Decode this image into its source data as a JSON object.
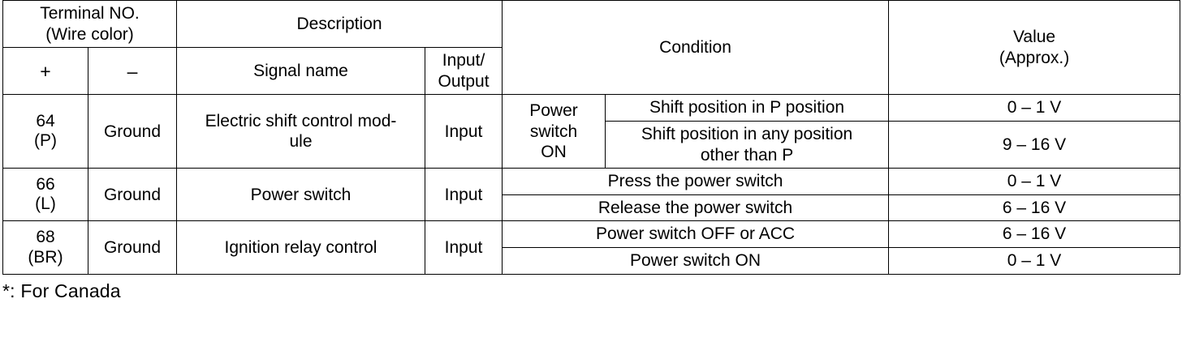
{
  "table": {
    "headers": {
      "terminal_group": "Terminal NO.\n(Wire color)",
      "terminal_group_line1": "Terminal NO.",
      "terminal_group_line2": "(Wire color)",
      "plus": "+",
      "minus": "–",
      "description": "Description",
      "signal_name": "Signal name",
      "input_output_line1": "Input/",
      "input_output_line2": "Output",
      "condition": "Condition",
      "value_line1": "Value",
      "value_line2": "(Approx.)"
    },
    "rows": [
      {
        "terminal_no": "64",
        "wire_color": "(P)",
        "ground": "Ground",
        "signal_name_line1": "Electric shift control mod-",
        "signal_name_line2": "ule",
        "input_output": "Input",
        "condition_group_line1": "Power",
        "condition_group_line2": "switch",
        "condition_group_line3": "ON",
        "conditions": [
          {
            "text_line1": "Shift position in P position",
            "text_line2": "",
            "value": "0 – 1 V"
          },
          {
            "text_line1": "Shift position in any position",
            "text_line2": "other than P",
            "value": "9 – 16 V"
          }
        ]
      },
      {
        "terminal_no": "66",
        "wire_color": "(L)",
        "ground": "Ground",
        "signal_name_line1": "Power switch",
        "signal_name_line2": "",
        "input_output": "Input",
        "conditions": [
          {
            "text_line1": "Press the power switch",
            "text_line2": "",
            "value": "0 – 1 V"
          },
          {
            "text_line1": "Release the power switch",
            "text_line2": "",
            "value": "6 – 16 V"
          }
        ]
      },
      {
        "terminal_no": "68",
        "wire_color": "(BR)",
        "ground": "Ground",
        "signal_name_line1": "Ignition relay control",
        "signal_name_line2": "",
        "input_output": "Input",
        "conditions": [
          {
            "text_line1": "Power switch OFF or ACC",
            "text_line2": "",
            "value": "6 – 16 V"
          },
          {
            "text_line1": "Power switch ON",
            "text_line2": "",
            "value": "0 – 1 V"
          }
        ]
      }
    ]
  },
  "footnote": "*: For Canada"
}
